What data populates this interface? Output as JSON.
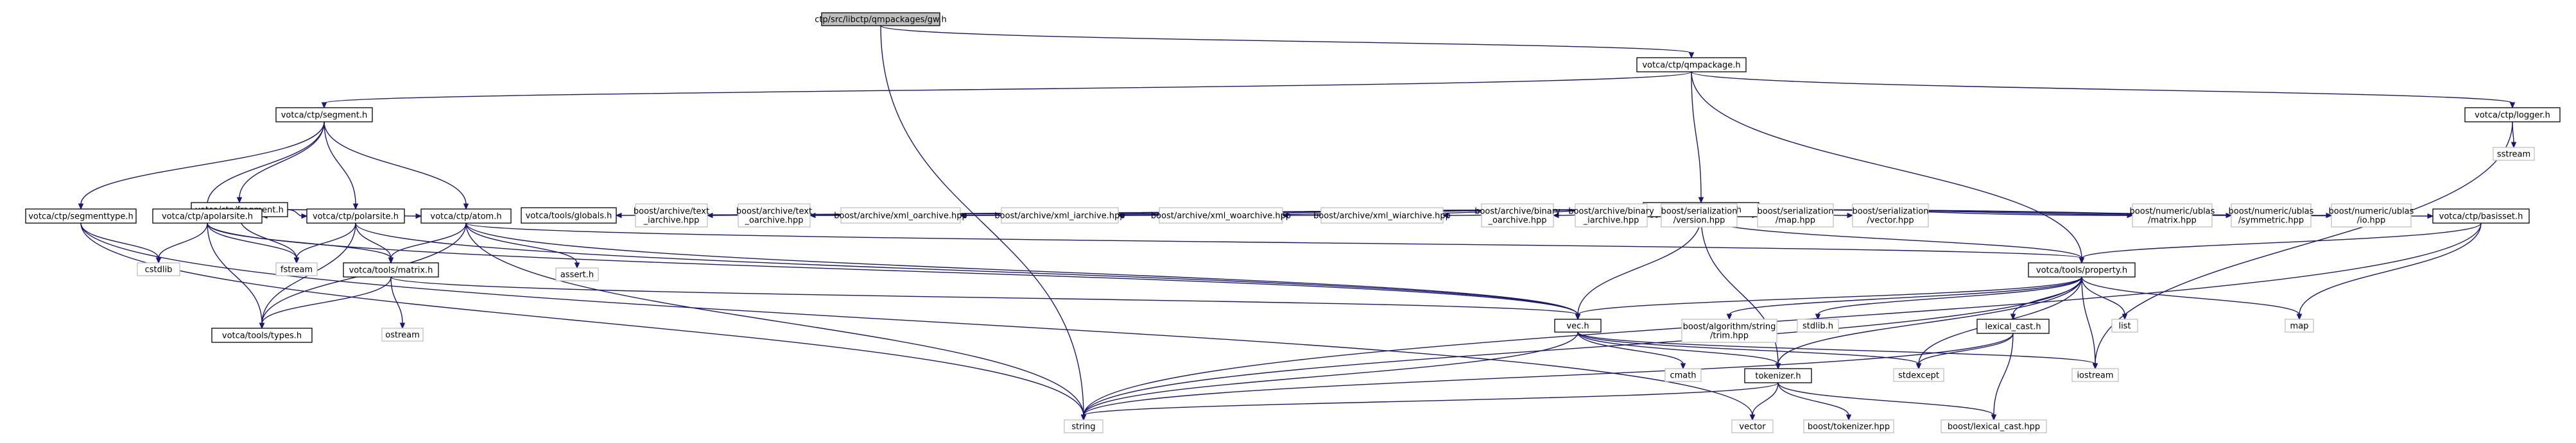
{
  "nodes": [
    {
      "id": "gw",
      "lines": [
        "ctp/src/libctp/qmpackages/gw.h"
      ],
      "kind": "root"
    },
    {
      "id": "qmpackage",
      "lines": [
        "votca/ctp/qmpackage.h"
      ],
      "kind": "file"
    },
    {
      "id": "segment",
      "lines": [
        "votca/ctp/segment.h"
      ],
      "kind": "file"
    },
    {
      "id": "logger",
      "lines": [
        "votca/ctp/logger.h"
      ],
      "kind": "file"
    },
    {
      "id": "sstream",
      "lines": [
        "sstream"
      ],
      "kind": "ext"
    },
    {
      "id": "orbitals",
      "lines": [
        "votca/ctp/orbitals.h"
      ],
      "kind": "file"
    },
    {
      "id": "fragment",
      "lines": [
        "votca/ctp/fragment.h"
      ],
      "kind": "file"
    },
    {
      "id": "segmenttype",
      "lines": [
        "votca/ctp/segmenttype.h"
      ],
      "kind": "file"
    },
    {
      "id": "apolarsite",
      "lines": [
        "votca/ctp/apolarsite.h"
      ],
      "kind": "file"
    },
    {
      "id": "polarsite",
      "lines": [
        "votca/ctp/polarsite.h"
      ],
      "kind": "file"
    },
    {
      "id": "atom",
      "lines": [
        "votca/ctp/atom.h"
      ],
      "kind": "file"
    },
    {
      "id": "globals",
      "lines": [
        "votca/tools/globals.h"
      ],
      "kind": "file"
    },
    {
      "id": "text_iarchive",
      "lines": [
        "boost/archive/text",
        "_iarchive.hpp"
      ],
      "kind": "ext"
    },
    {
      "id": "text_oarchive",
      "lines": [
        "boost/archive/text",
        "_oarchive.hpp"
      ],
      "kind": "ext"
    },
    {
      "id": "xml_oarchive",
      "lines": [
        "boost/archive/xml_oarchive.hpp"
      ],
      "kind": "ext"
    },
    {
      "id": "xml_iarchive",
      "lines": [
        "boost/archive/xml_iarchive.hpp"
      ],
      "kind": "ext"
    },
    {
      "id": "xml_woarchive",
      "lines": [
        "boost/archive/xml_woarchive.hpp"
      ],
      "kind": "ext"
    },
    {
      "id": "xml_wiarchive",
      "lines": [
        "boost/archive/xml_wiarchive.hpp"
      ],
      "kind": "ext"
    },
    {
      "id": "binary_oarchive",
      "lines": [
        "boost/archive/binary",
        "_oarchive.hpp"
      ],
      "kind": "ext"
    },
    {
      "id": "binary_iarchive",
      "lines": [
        "boost/archive/binary",
        "_iarchive.hpp"
      ],
      "kind": "ext"
    },
    {
      "id": "ser_version",
      "lines": [
        "boost/serialization",
        "/version.hpp"
      ],
      "kind": "ext"
    },
    {
      "id": "ser_map",
      "lines": [
        "boost/serialization",
        "/map.hpp"
      ],
      "kind": "ext"
    },
    {
      "id": "ser_vector",
      "lines": [
        "boost/serialization",
        "/vector.hpp"
      ],
      "kind": "ext"
    },
    {
      "id": "ublas_matrix",
      "lines": [
        "boost/numeric/ublas",
        "/matrix.hpp"
      ],
      "kind": "ext"
    },
    {
      "id": "ublas_symmetric",
      "lines": [
        "boost/numeric/ublas",
        "/symmetric.hpp"
      ],
      "kind": "ext"
    },
    {
      "id": "ublas_io",
      "lines": [
        "boost/numeric/ublas",
        "/io.hpp"
      ],
      "kind": "ext"
    },
    {
      "id": "basisset",
      "lines": [
        "votca/ctp/basisset.h"
      ],
      "kind": "file"
    },
    {
      "id": "cstdlib",
      "lines": [
        "cstdlib"
      ],
      "kind": "ext"
    },
    {
      "id": "fstream",
      "lines": [
        "fstream"
      ],
      "kind": "ext"
    },
    {
      "id": "matrix",
      "lines": [
        "votca/tools/matrix.h"
      ],
      "kind": "file"
    },
    {
      "id": "assert",
      "lines": [
        "assert.h"
      ],
      "kind": "ext"
    },
    {
      "id": "property",
      "lines": [
        "votca/tools/property.h"
      ],
      "kind": "file"
    },
    {
      "id": "types",
      "lines": [
        "votca/tools/types.h"
      ],
      "kind": "file"
    },
    {
      "id": "ostream",
      "lines": [
        "ostream"
      ],
      "kind": "ext"
    },
    {
      "id": "vec",
      "lines": [
        "vec.h"
      ],
      "kind": "file"
    },
    {
      "id": "trim",
      "lines": [
        "boost/algorithm/string",
        "/trim.hpp"
      ],
      "kind": "ext"
    },
    {
      "id": "stdlib",
      "lines": [
        "stdlib.h"
      ],
      "kind": "ext"
    },
    {
      "id": "lexical_cast_h",
      "lines": [
        "lexical_cast.h"
      ],
      "kind": "file"
    },
    {
      "id": "list",
      "lines": [
        "list"
      ],
      "kind": "ext"
    },
    {
      "id": "map",
      "lines": [
        "map"
      ],
      "kind": "ext"
    },
    {
      "id": "iostream",
      "lines": [
        "iostream"
      ],
      "kind": "ext"
    },
    {
      "id": "stdexcept",
      "lines": [
        "stdexcept"
      ],
      "kind": "ext"
    },
    {
      "id": "cmath",
      "lines": [
        "cmath"
      ],
      "kind": "ext"
    },
    {
      "id": "tokenizer_h",
      "lines": [
        "tokenizer.h"
      ],
      "kind": "file"
    },
    {
      "id": "string",
      "lines": [
        "string"
      ],
      "kind": "ext"
    },
    {
      "id": "vector",
      "lines": [
        "vector"
      ],
      "kind": "ext"
    },
    {
      "id": "boost_tokenizer",
      "lines": [
        "boost/tokenizer.hpp"
      ],
      "kind": "ext"
    },
    {
      "id": "boost_lexical",
      "lines": [
        "boost/lexical_cast.hpp"
      ],
      "kind": "ext"
    }
  ],
  "edges": [
    [
      "gw",
      "qmpackage"
    ],
    [
      "gw",
      "string"
    ],
    [
      "qmpackage",
      "segment"
    ],
    [
      "qmpackage",
      "orbitals"
    ],
    [
      "qmpackage",
      "logger"
    ],
    [
      "qmpackage",
      "property"
    ],
    [
      "logger",
      "sstream"
    ],
    [
      "logger",
      "iostream"
    ],
    [
      "segment",
      "fragment"
    ],
    [
      "segment",
      "atom"
    ],
    [
      "segment",
      "polarsite"
    ],
    [
      "segment",
      "apolarsite"
    ],
    [
      "segment",
      "segmenttype"
    ],
    [
      "fragment",
      "atom"
    ],
    [
      "fragment",
      "polarsite"
    ],
    [
      "fragment",
      "apolarsite"
    ],
    [
      "fragment",
      "fstream"
    ],
    [
      "segmenttype",
      "cstdlib"
    ],
    [
      "segmenttype",
      "string"
    ],
    [
      "segmenttype",
      "vector"
    ],
    [
      "apolarsite",
      "cstdlib"
    ],
    [
      "apolarsite",
      "fstream"
    ],
    [
      "apolarsite",
      "types"
    ],
    [
      "apolarsite",
      "matrix"
    ],
    [
      "apolarsite",
      "vec"
    ],
    [
      "polarsite",
      "fstream"
    ],
    [
      "polarsite",
      "types"
    ],
    [
      "polarsite",
      "matrix"
    ],
    [
      "polarsite",
      "vec"
    ],
    [
      "atom",
      "types"
    ],
    [
      "atom",
      "matrix"
    ],
    [
      "atom",
      "vec"
    ],
    [
      "atom",
      "assert"
    ],
    [
      "atom",
      "property"
    ],
    [
      "atom",
      "string"
    ],
    [
      "matrix",
      "vec"
    ],
    [
      "matrix",
      "ostream"
    ],
    [
      "matrix",
      "types"
    ],
    [
      "orbitals",
      "globals"
    ],
    [
      "orbitals",
      "text_iarchive"
    ],
    [
      "orbitals",
      "text_oarchive"
    ],
    [
      "orbitals",
      "xml_oarchive"
    ],
    [
      "orbitals",
      "xml_iarchive"
    ],
    [
      "orbitals",
      "xml_woarchive"
    ],
    [
      "orbitals",
      "xml_wiarchive"
    ],
    [
      "orbitals",
      "binary_oarchive"
    ],
    [
      "orbitals",
      "binary_iarchive"
    ],
    [
      "orbitals",
      "ser_version"
    ],
    [
      "orbitals",
      "ser_map"
    ],
    [
      "orbitals",
      "ser_vector"
    ],
    [
      "orbitals",
      "ublas_matrix"
    ],
    [
      "orbitals",
      "ublas_symmetric"
    ],
    [
      "orbitals",
      "ublas_io"
    ],
    [
      "orbitals",
      "basisset"
    ],
    [
      "orbitals",
      "property"
    ],
    [
      "orbitals",
      "vec"
    ],
    [
      "orbitals",
      "tokenizer_h"
    ],
    [
      "basisset",
      "property"
    ],
    [
      "basisset",
      "map"
    ],
    [
      "basisset",
      "string"
    ],
    [
      "property",
      "vec"
    ],
    [
      "property",
      "trim"
    ],
    [
      "property",
      "stdlib"
    ],
    [
      "property",
      "lexical_cast_h"
    ],
    [
      "property",
      "list"
    ],
    [
      "property",
      "map"
    ],
    [
      "property",
      "iostream"
    ],
    [
      "property",
      "stdexcept"
    ],
    [
      "property",
      "tokenizer_h"
    ],
    [
      "property",
      "string"
    ],
    [
      "lexical_cast_h",
      "boost_lexical"
    ],
    [
      "lexical_cast_h",
      "string"
    ],
    [
      "lexical_cast_h",
      "stdexcept"
    ],
    [
      "vec",
      "cmath"
    ],
    [
      "vec",
      "string"
    ],
    [
      "vec",
      "iostream"
    ],
    [
      "vec",
      "stdexcept"
    ],
    [
      "vec",
      "tokenizer_h"
    ],
    [
      "tokenizer_h",
      "string"
    ],
    [
      "tokenizer_h",
      "vector"
    ],
    [
      "tokenizer_h",
      "boost_tokenizer"
    ],
    [
      "tokenizer_h",
      "boost_lexical"
    ]
  ]
}
